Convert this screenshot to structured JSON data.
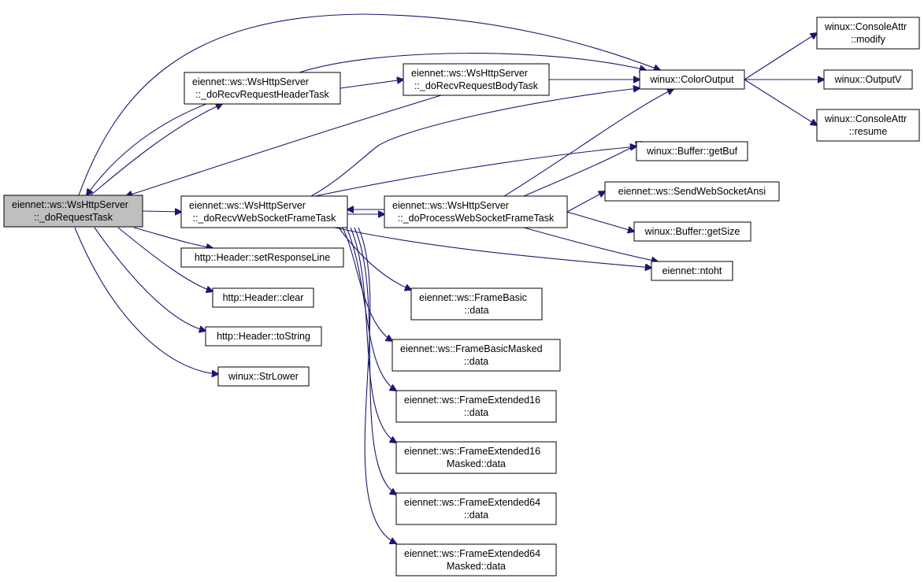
{
  "colors": {
    "edge": "#191970",
    "focus_fill": "#bfbfbf",
    "node_fill": "#ffffff",
    "node_border": "#000000"
  },
  "nodes": [
    {
      "id": "doRequestTask",
      "lines": [
        "eiennet::ws::WsHttpServer",
        "::_doRequestTask"
      ],
      "focus": true
    },
    {
      "id": "doRecvRequestHeaderTask",
      "lines": [
        "eiennet::ws::WsHttpServer",
        "::_doRecvRequestHeaderTask"
      ]
    },
    {
      "id": "doRecvRequestBodyTask",
      "lines": [
        "eiennet::ws::WsHttpServer",
        "::_doRecvRequestBodyTask"
      ]
    },
    {
      "id": "ColorOutput",
      "lines": [
        "winux::ColorOutput"
      ]
    },
    {
      "id": "ConsoleAttrModify",
      "lines": [
        "winux::ConsoleAttr",
        "::modify"
      ]
    },
    {
      "id": "OutputV",
      "lines": [
        "winux::OutputV"
      ]
    },
    {
      "id": "ConsoleAttrResume",
      "lines": [
        "winux::ConsoleAttr",
        "::resume"
      ]
    },
    {
      "id": "doRecvWebSocketFrameTask",
      "lines": [
        "eiennet::ws::WsHttpServer",
        "::_doRecvWebSocketFrameTask"
      ]
    },
    {
      "id": "doProcessWebSocketFrameTask",
      "lines": [
        "eiennet::ws::WsHttpServer",
        "::_doProcessWebSocketFrameTask"
      ]
    },
    {
      "id": "getBuf",
      "lines": [
        "winux::Buffer::getBuf"
      ]
    },
    {
      "id": "SendWebSocketAnsi",
      "lines": [
        "eiennet::ws::SendWebSocketAnsi"
      ]
    },
    {
      "id": "getSize",
      "lines": [
        "winux::Buffer::getSize"
      ]
    },
    {
      "id": "ntoht",
      "lines": [
        "eiennet::ntoht"
      ]
    },
    {
      "id": "setResponseLine",
      "lines": [
        "http::Header::setResponseLine"
      ]
    },
    {
      "id": "clear",
      "lines": [
        "http::Header::clear"
      ]
    },
    {
      "id": "toString",
      "lines": [
        "http::Header::toString"
      ]
    },
    {
      "id": "StrLower",
      "lines": [
        "winux::StrLower"
      ]
    },
    {
      "id": "FrameBasicData",
      "lines": [
        "eiennet::ws::FrameBasic",
        "::data"
      ]
    },
    {
      "id": "FrameBasicMaskedData",
      "lines": [
        "eiennet::ws::FrameBasicMasked",
        "::data"
      ]
    },
    {
      "id": "FrameExtended16Data",
      "lines": [
        "eiennet::ws::FrameExtended16",
        "::data"
      ]
    },
    {
      "id": "FrameExtended16MaskedData",
      "lines": [
        "eiennet::ws::FrameExtended16",
        "Masked::data"
      ]
    },
    {
      "id": "FrameExtended64Data",
      "lines": [
        "eiennet::ws::FrameExtended64",
        "::data"
      ]
    },
    {
      "id": "FrameExtended64MaskedData",
      "lines": [
        "eiennet::ws::FrameExtended64",
        "Masked::data"
      ]
    }
  ],
  "edges": [
    [
      "doRequestTask",
      "doRecvRequestHeaderTask"
    ],
    [
      "doRecvRequestHeaderTask",
      "doRequestTask"
    ],
    [
      "doRequestTask",
      "ColorOutput"
    ],
    [
      "doRecvRequestHeaderTask",
      "doRecvRequestBodyTask"
    ],
    [
      "doRecvRequestHeaderTask",
      "ColorOutput"
    ],
    [
      "doRecvRequestBodyTask",
      "ColorOutput"
    ],
    [
      "doRecvRequestBodyTask",
      "doRequestTask"
    ],
    [
      "ColorOutput",
      "ConsoleAttrModify"
    ],
    [
      "ColorOutput",
      "OutputV"
    ],
    [
      "ColorOutput",
      "ConsoleAttrResume"
    ],
    [
      "doRequestTask",
      "doRecvWebSocketFrameTask"
    ],
    [
      "doRequestTask",
      "setResponseLine"
    ],
    [
      "doRequestTask",
      "clear"
    ],
    [
      "doRequestTask",
      "toString"
    ],
    [
      "doRequestTask",
      "StrLower"
    ],
    [
      "doRecvWebSocketFrameTask",
      "ColorOutput"
    ],
    [
      "doRecvWebSocketFrameTask",
      "getBuf"
    ],
    [
      "doRecvWebSocketFrameTask",
      "doProcessWebSocketFrameTask"
    ],
    [
      "doProcessWebSocketFrameTask",
      "doRecvWebSocketFrameTask"
    ],
    [
      "doRecvWebSocketFrameTask",
      "ntoht"
    ],
    [
      "doRecvWebSocketFrameTask",
      "FrameBasicData"
    ],
    [
      "doRecvWebSocketFrameTask",
      "FrameBasicMaskedData"
    ],
    [
      "doRecvWebSocketFrameTask",
      "FrameExtended16Data"
    ],
    [
      "doRecvWebSocketFrameTask",
      "FrameExtended16MaskedData"
    ],
    [
      "doRecvWebSocketFrameTask",
      "FrameExtended64Data"
    ],
    [
      "doRecvWebSocketFrameTask",
      "FrameExtended64MaskedData"
    ],
    [
      "doProcessWebSocketFrameTask",
      "ColorOutput"
    ],
    [
      "doProcessWebSocketFrameTask",
      "getBuf"
    ],
    [
      "doProcessWebSocketFrameTask",
      "SendWebSocketAnsi"
    ],
    [
      "doProcessWebSocketFrameTask",
      "getSize"
    ],
    [
      "doProcessWebSocketFrameTask",
      "ntoht"
    ]
  ]
}
